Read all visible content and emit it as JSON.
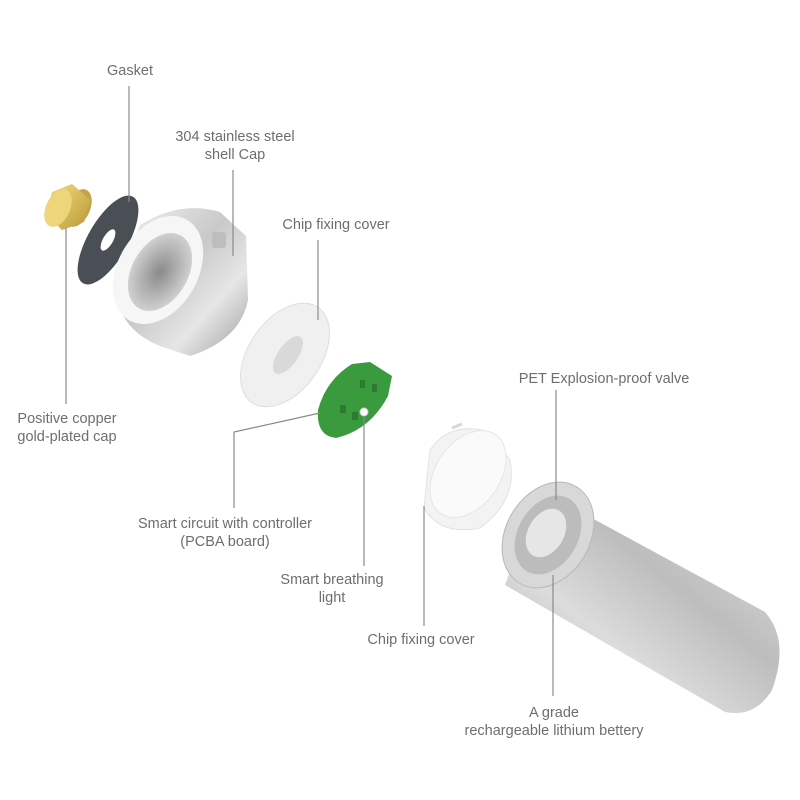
{
  "diagram": {
    "type": "exploded-view",
    "subject": "rechargeable battery assembly",
    "colors": {
      "label_text": "#6e6e6e",
      "leader_line": "#8a8a8a",
      "steel": "#c8c8c8",
      "gasket": "#4a4f55",
      "gold": "#d4b85a",
      "pcb_green": "#3a9a3e",
      "plastic_white": "#f2f2f2"
    },
    "labels": {
      "gasket": {
        "lines": [
          "Gasket"
        ]
      },
      "shell_cap": {
        "lines": [
          "304 stainless steel",
          "shell Cap"
        ]
      },
      "chip_cover_top": {
        "lines": [
          "Chip fixing cover"
        ]
      },
      "copper_cap": {
        "lines": [
          "Positive copper",
          "gold-plated cap"
        ]
      },
      "pet_valve": {
        "lines": [
          "PET Explosion-proof valve"
        ]
      },
      "pcba": {
        "lines": [
          "Smart circuit with controller",
          "(PCBA board)"
        ]
      },
      "breathing_light": {
        "lines": [
          "Smart breathing",
          "light"
        ]
      },
      "chip_cover_bottom": {
        "lines": [
          "Chip fixing cover"
        ]
      },
      "battery": {
        "lines": [
          "A grade",
          "rechargeable lithium bettery"
        ]
      }
    }
  }
}
